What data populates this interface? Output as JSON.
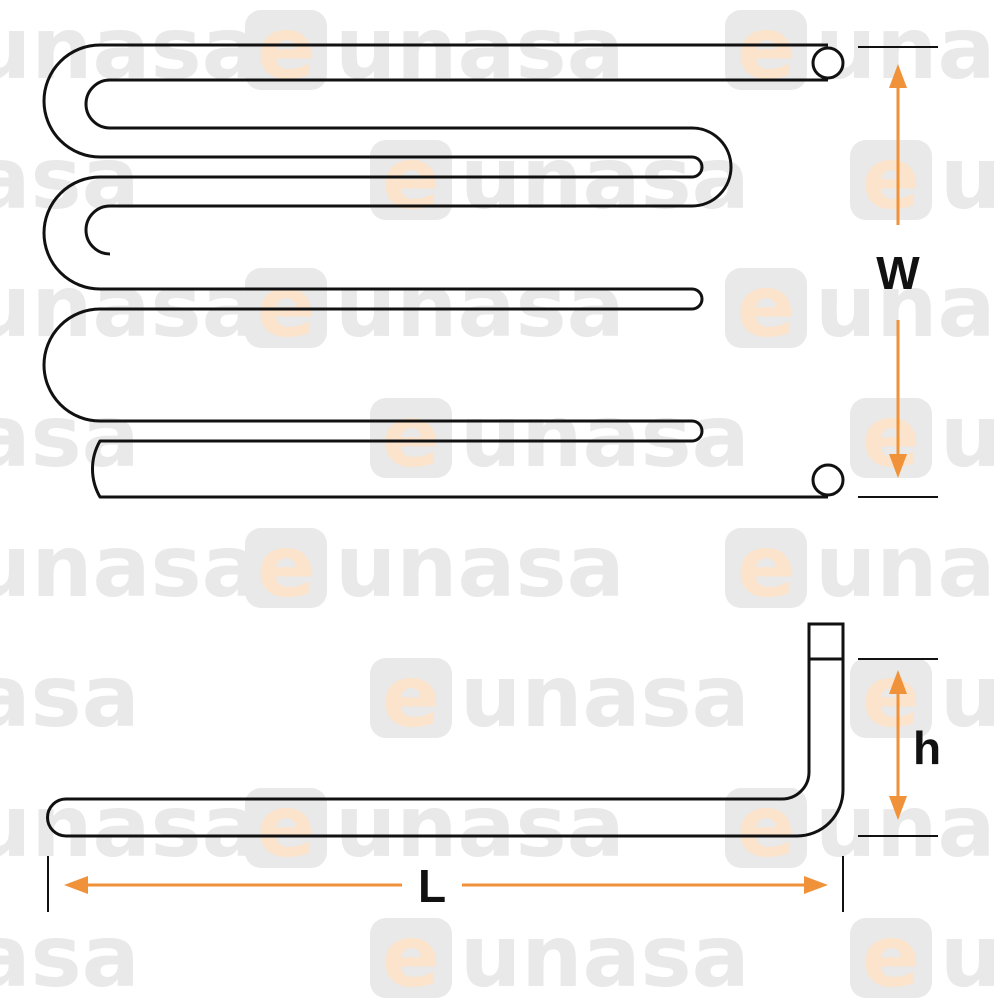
{
  "watermark": {
    "brand": "eunasa",
    "lead_letter": "e",
    "rest_letters": "unasa",
    "color_grey": "#e9e9e9",
    "color_accent": "#fbe3cc"
  },
  "dimensions": {
    "width_label": "W",
    "height_label": "h",
    "length_label": "L"
  },
  "colors": {
    "outline": "#111111",
    "dimension_arrow": "#f0923a",
    "background": "#ffffff"
  }
}
